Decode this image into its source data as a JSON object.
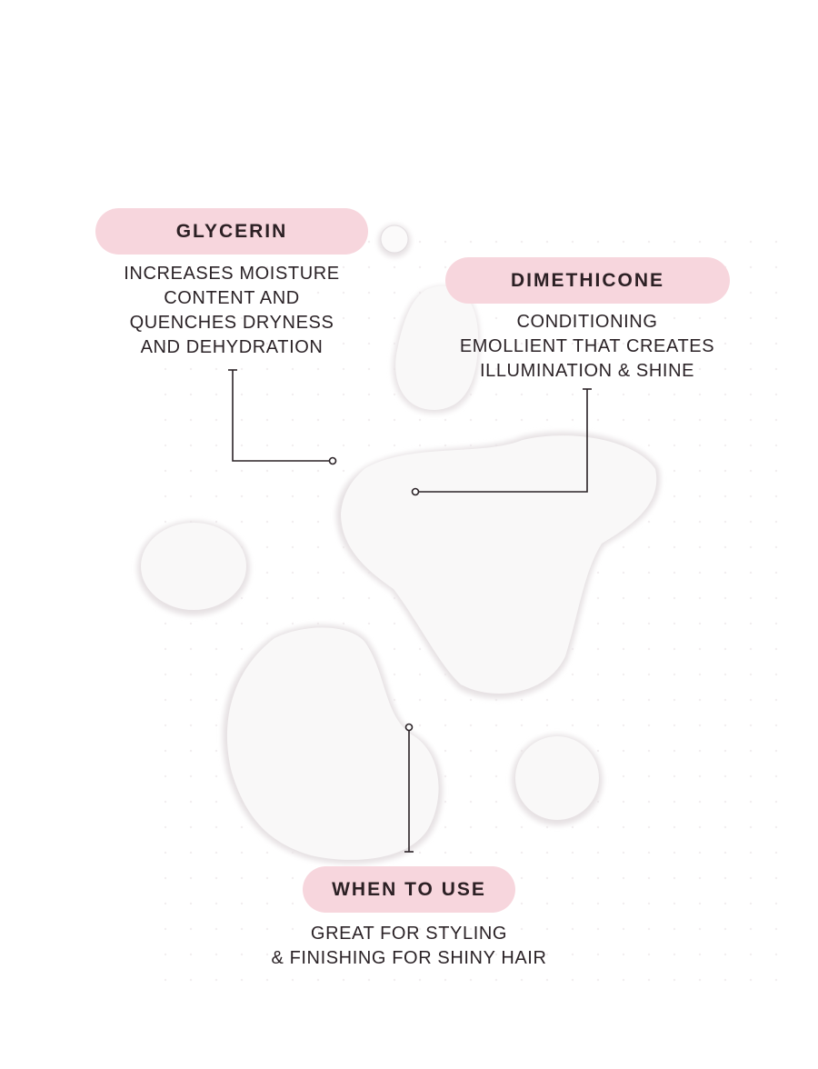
{
  "callouts": {
    "glycerin": {
      "title": "GLYCERIN",
      "lines": [
        "INCREASES MOISTURE",
        "CONTENT AND",
        "QUENCHES DRYNESS",
        "AND DEHYDRATION"
      ]
    },
    "dimethicone": {
      "title": "DIMETHICONE",
      "lines": [
        "CONDITIONING",
        "EMOLLIENT THAT CREATES",
        "ILLUMINATION & SHINE"
      ]
    },
    "when_to_use": {
      "title": "WHEN TO USE",
      "lines": [
        "GREAT FOR STYLING",
        "& FINISHING FOR SHINY HAIR"
      ]
    }
  },
  "colors": {
    "pill": "#f7d6dd",
    "text": "#2b2327",
    "droplet": "#f8f6f7",
    "background": "#ffffff"
  }
}
